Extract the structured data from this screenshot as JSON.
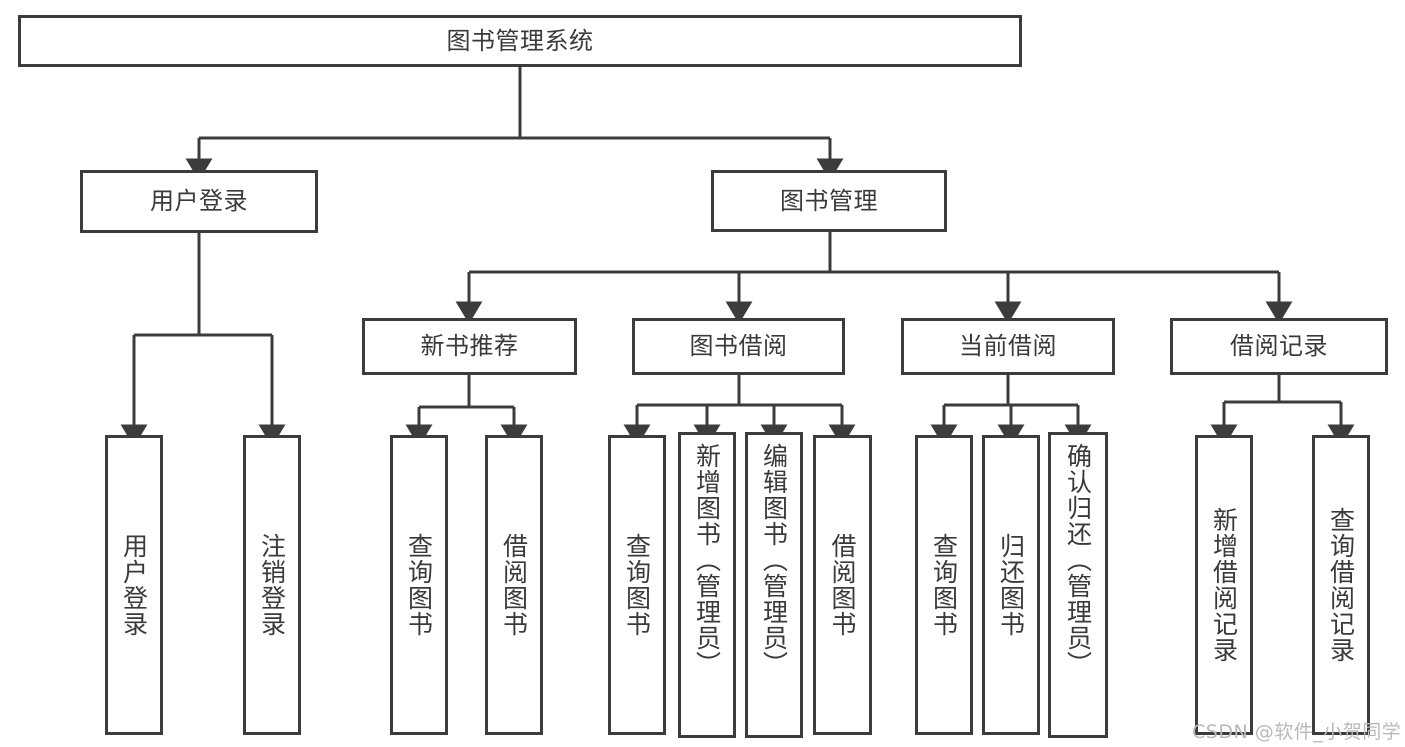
{
  "diagram": {
    "title": "图书管理系统",
    "type": "hierarchy-tree",
    "colors": {
      "line": "#3c3c3c",
      "box_fill": "#ffffff",
      "text": "#3a3a3a",
      "background": "#ffffff",
      "watermark": "#b9b9b9"
    },
    "watermark": "CSDN @软件_小贺同学",
    "nodes": {
      "root": {
        "label": "图书管理系统"
      },
      "level1": [
        {
          "label": "用户登录"
        },
        {
          "label": "图书管理"
        }
      ],
      "level2": [
        {
          "label": "新书推荐"
        },
        {
          "label": "图书借阅"
        },
        {
          "label": "当前借阅"
        },
        {
          "label": "借阅记录"
        }
      ],
      "leaves": {
        "user_login": [
          {
            "label": "用户登录"
          },
          {
            "label": "注销登录"
          }
        ],
        "new_book_recommend": [
          {
            "label": "查询图书"
          },
          {
            "label": "借阅图书"
          }
        ],
        "book_borrow": [
          {
            "label": "查询图书"
          },
          {
            "label": "新增图书（管理员）"
          },
          {
            "label": "编辑图书（管理员）"
          },
          {
            "label": "借阅图书"
          }
        ],
        "current_borrow": [
          {
            "label": "查询图书"
          },
          {
            "label": "归还图书"
          },
          {
            "label": "确认归还（管理员）"
          }
        ],
        "borrow_record": [
          {
            "label": "新增借阅记录"
          },
          {
            "label": "查询借阅记录"
          }
        ]
      }
    }
  }
}
